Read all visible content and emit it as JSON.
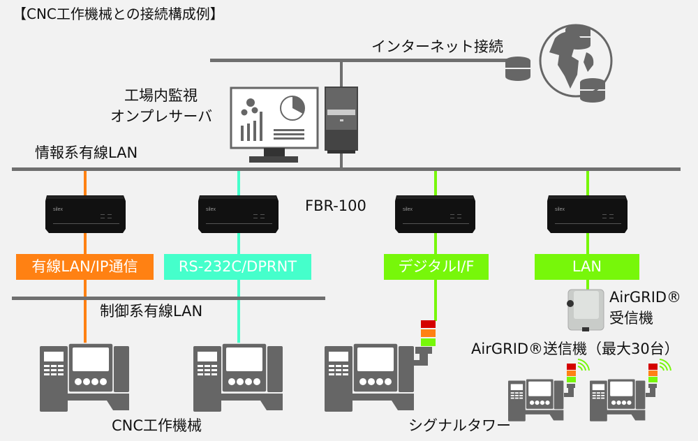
{
  "title": "【CNC工作機械との接続構成例】",
  "internet": {
    "label": "インターネット接続"
  },
  "server": {
    "label_line1": "工場内監視",
    "label_line2": "オンプレサーバ"
  },
  "networks": {
    "info_lan": "情報系有線LAN",
    "control_lan": "制御系有線LAN"
  },
  "device": {
    "model": "FBR-100",
    "brand": "silex"
  },
  "connections": [
    {
      "label": "有線LAN/IP通信",
      "color": "#ff8113"
    },
    {
      "label": "RS-232C/DPRNT",
      "color": "#45ffcb"
    },
    {
      "label": "デジタルI/F",
      "color": "#77f70a"
    },
    {
      "label": "LAN",
      "color": "#77f70a"
    }
  ],
  "airgrid_receiver": {
    "label_line1": "AirGRID®",
    "label_line2": "受信機"
  },
  "airgrid_transmitter": {
    "label": "AirGRID®送信機（最大30台）"
  },
  "captions": {
    "cnc": "CNC工作機械",
    "signal_tower": "シグナルタワー"
  },
  "colors": {
    "line_gray": "#6f6f6f",
    "icon_gray": "#666666",
    "tower_red": "#d40000",
    "tower_orange": "#ff8113",
    "tower_green": "#77f70a"
  }
}
